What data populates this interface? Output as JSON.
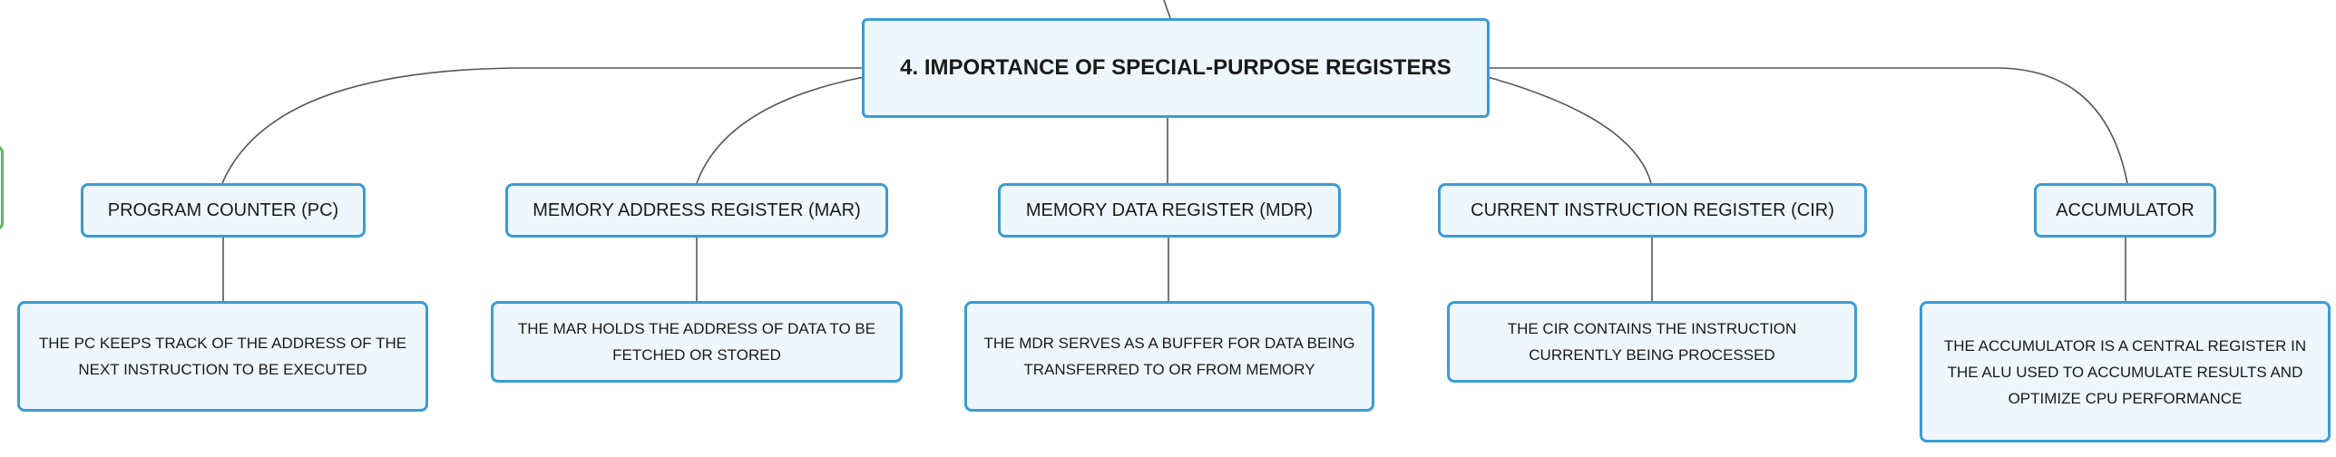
{
  "root": {
    "title": "4. IMPORTANCE OF SPECIAL-PURPOSE REGISTERS"
  },
  "registers": [
    {
      "label": "PROGRAM COUNTER (PC)",
      "description": "THE PC KEEPS TRACK OF THE ADDRESS OF THE NEXT INSTRUCTION TO BE EXECUTED"
    },
    {
      "label": "MEMORY ADDRESS REGISTER (MAR)",
      "description": "THE MAR HOLDS THE ADDRESS OF DATA TO BE FETCHED OR STORED"
    },
    {
      "label": "MEMORY DATA REGISTER (MDR)",
      "description": "THE MDR SERVES AS A BUFFER FOR DATA BEING TRANSFERRED TO OR FROM MEMORY"
    },
    {
      "label": "CURRENT INSTRUCTION REGISTER (CIR)",
      "description": "THE CIR CONTAINS THE INSTRUCTION CURRENTLY BEING PROCESSED"
    },
    {
      "label": "ACCUMULATOR",
      "description": "THE ACCUMULATOR IS A CENTRAL REGISTER IN THE ALU USED TO ACCUMULATE RESULTS AND OPTIMIZE CPU PERFORMANCE"
    }
  ],
  "colors": {
    "node_border": "#3b9cd3",
    "node_fill": "#eef7fd",
    "connector": "#555555",
    "side_card_border": "#5cb85c"
  }
}
